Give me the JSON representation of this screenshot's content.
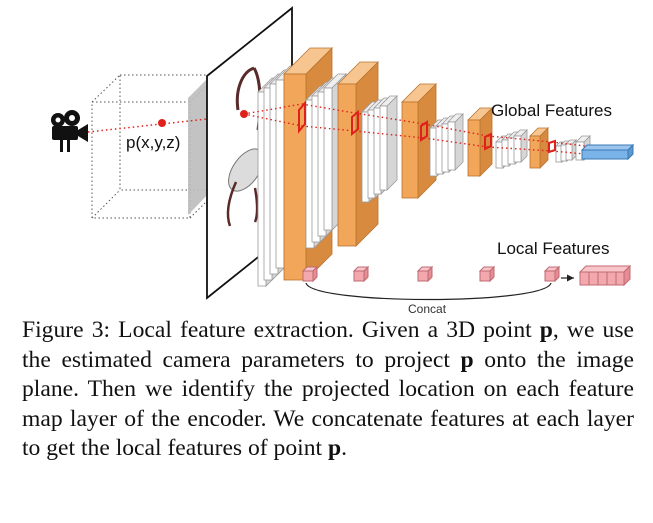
{
  "figure": {
    "point_label": "p(x,y,z)",
    "global_label": "Global Features",
    "local_label": "Local Features",
    "concat_label": "Concat"
  },
  "caption": {
    "label": "Figure 3:",
    "text_1": "Local feature extraction. Given a 3D point",
    "bold_p_1": "p",
    "text_2": ", we use the estimated camera parameters to project",
    "bold_p_2": "p",
    "text_3": "onto the image plane. Then we identify the projected location on each feature map layer of the encoder. We concatenate features at each layer to get the local features of point",
    "bold_p_3": "p",
    "text_4": "."
  }
}
